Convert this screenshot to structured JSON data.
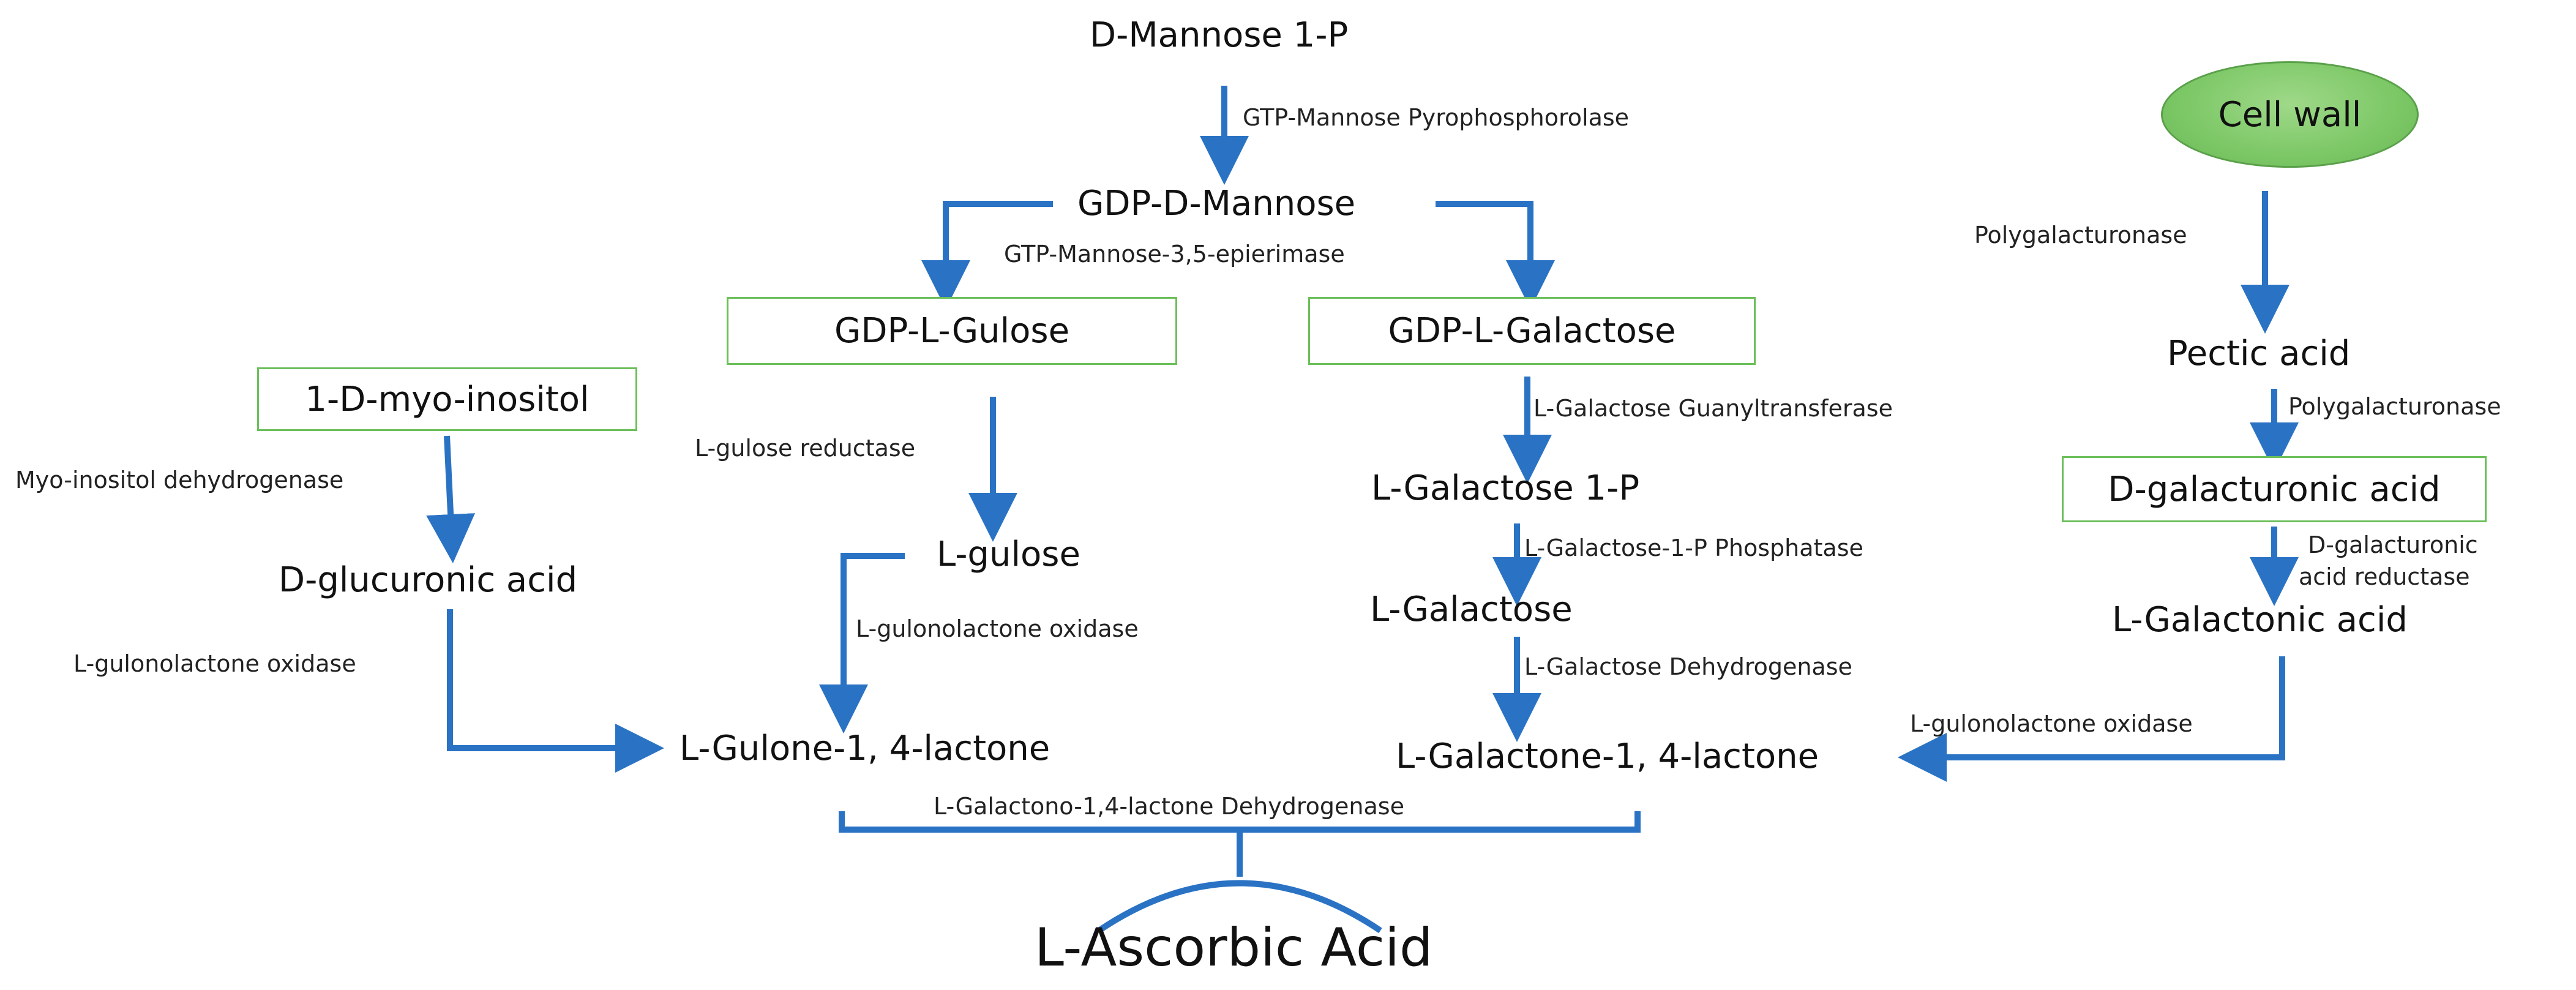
{
  "colors": {
    "arrow": "#2a73c4",
    "box_border": "#6cbf5a",
    "cell_wall_fill": "#7cc766"
  },
  "nodes": {
    "d_mannose_1p": "D-Mannose 1-P",
    "gdp_d_mannose": "GDP-D-Mannose",
    "gdp_l_gulose": "GDP-L-Gulose",
    "gdp_l_galactose": "GDP-L-Galactose",
    "myo_inositol": "1-D-myo-inositol",
    "d_glucuronic_acid": "D-glucuronic acid",
    "l_gulose": "L-gulose",
    "l_gulone_lactone": "L-Gulone-1, 4-lactone",
    "l_galactose_1p": "L-Galactose 1-P",
    "l_galactose": "L-Galactose",
    "l_galactone_lactone": "L-Galactone-1, 4-lactone",
    "cell_wall": "Cell wall",
    "pectic_acid": "Pectic acid",
    "d_galacturonic_acid": "D-galacturonic acid",
    "l_galactonic_acid": "L-Galactonic acid",
    "l_ascorbic_acid": "L-Ascorbic Acid"
  },
  "enzymes": {
    "gtp_mannose_pyrophosphorolase": "GTP-Mannose Pyrophosphorolase",
    "gtp_mannose_epimerase": "GTP-Mannose-3,5-epierimase",
    "myo_inositol_dehydrogenase": "Myo-inositol dehydrogenase",
    "l_gulose_reductase": "L-gulose reductase",
    "l_gulonolactone_oxidase_left": "L-gulonolactone oxidase",
    "l_gulonolactone_oxidase_mid": "L-gulonolactone oxidase",
    "l_galactose_guanyltransferase": "L-Galactose Guanyltransferase",
    "l_galactose_1p_phosphatase": "L-Galactose-1-P Phosphatase",
    "l_galactose_dehydrogenase": "L-Galactose Dehydrogenase",
    "l_galactono_lactone_dehydrogenase": "L-Galactono-1,4-lactone Dehydrogenase",
    "polygalacturonase_1": "Polygalacturonase",
    "polygalacturonase_2": "Polygalacturonase",
    "d_galacturonic_acid_reductase_line1": "D-galacturonic",
    "d_galacturonic_acid_reductase_line2": "acid reductase",
    "l_gulonolactone_oxidase_right": "L-gulonolactone oxidase"
  }
}
